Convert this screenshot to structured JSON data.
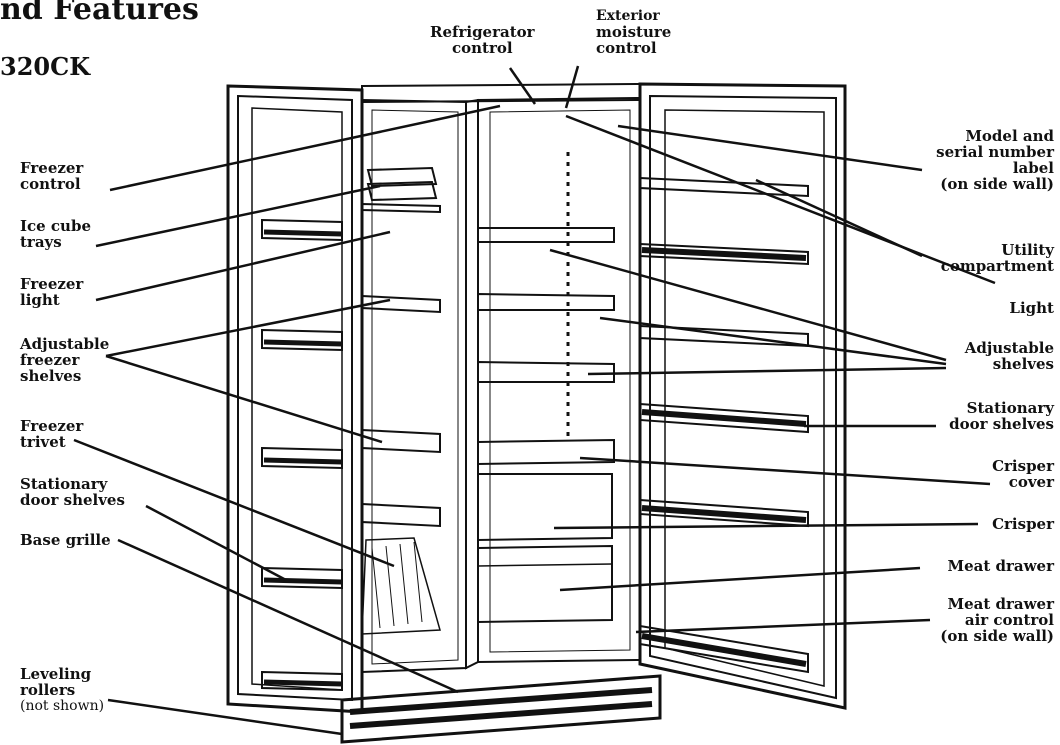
{
  "heading": {
    "title": "nd Features",
    "model": "320CK"
  },
  "labels": {
    "refrigerator_control": [
      "Refrigerator",
      "control"
    ],
    "exterior_moisture_control": [
      "Exterior",
      "moisture",
      "control"
    ],
    "freezer_control": [
      "Freezer",
      "control"
    ],
    "ice_cube_trays": [
      "Ice cube",
      "trays"
    ],
    "freezer_light": [
      "Freezer",
      "light"
    ],
    "adjustable_freezer_shelves": [
      "Adjustable",
      "freezer",
      "shelves"
    ],
    "freezer_trivet": [
      "Freezer",
      "trivet"
    ],
    "stationary_door_shelves_left": [
      "Stationary",
      "door shelves"
    ],
    "base_grille": [
      "Base grille"
    ],
    "leveling_rollers": [
      "Leveling",
      "rollers",
      "(not shown)"
    ],
    "model_serial_label": [
      "Model and",
      "serial number",
      "label",
      "(on side wall)"
    ],
    "utility_compartment": [
      "Utility",
      "compartment"
    ],
    "light": [
      "Light"
    ],
    "adjustable_shelves": [
      "Adjustable",
      "shelves"
    ],
    "stationary_door_shelves_right": [
      "Stationary",
      "door shelves"
    ],
    "crisper_cover": [
      "Crisper",
      "cover"
    ],
    "crisper": [
      "Crisper"
    ],
    "meat_drawer": [
      "Meat drawer"
    ],
    "meat_drawer_air_control": [
      "Meat drawer",
      "air control",
      "(on side wall)"
    ]
  }
}
